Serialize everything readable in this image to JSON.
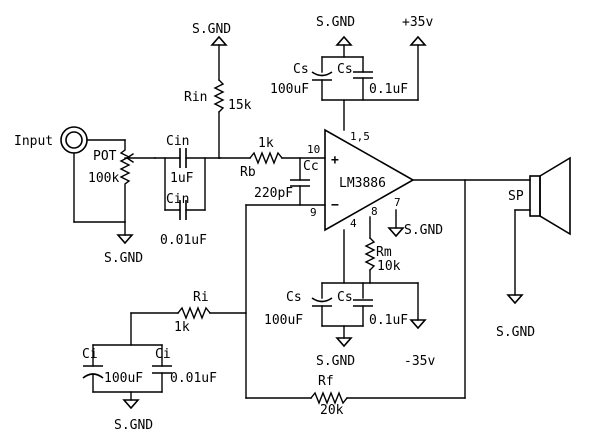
{
  "input": {
    "label": "Input"
  },
  "pot": {
    "name": "POT",
    "value": "100k"
  },
  "gnd_label": "S.GND",
  "cin": {
    "name": "Cin",
    "value": "1uF",
    "name2": "Cin",
    "value2": "0.01uF"
  },
  "rin": {
    "name": "Rin",
    "value": "15k"
  },
  "rb": {
    "name": "Rb",
    "value": "1k"
  },
  "cc": {
    "name": "Cc",
    "value": "220pF"
  },
  "ic": {
    "name": "LM3886",
    "plus": "+",
    "minus": "−",
    "pin10": "10",
    "pin9": "9",
    "pin15": "1,5",
    "pin4": "4",
    "pin8": "8",
    "pin7": "7"
  },
  "supply_pos": {
    "label": "+35v",
    "cs": "Cs",
    "cs2": "Cs",
    "cap1": "100uF",
    "cap2": "0.1uF",
    "gnd": "S.GND"
  },
  "supply_neg": {
    "label": "-35v",
    "cs": "Cs",
    "cs2": "Cs",
    "cap1": "100uF",
    "cap2": "0.1uF",
    "gnd": "S.GND"
  },
  "rm": {
    "name": "Rm",
    "value": "10k"
  },
  "pin7_gnd": "S.GND",
  "speaker": {
    "name": "SP",
    "gnd": "S.GND"
  },
  "ri": {
    "name": "Ri",
    "value": "1k"
  },
  "ci": {
    "name": "Ci",
    "name2": "Ci",
    "value": "100uF",
    "value2": "0.01uF",
    "gnd": "S.GND"
  },
  "rf": {
    "name": "Rf",
    "value": "20k"
  }
}
